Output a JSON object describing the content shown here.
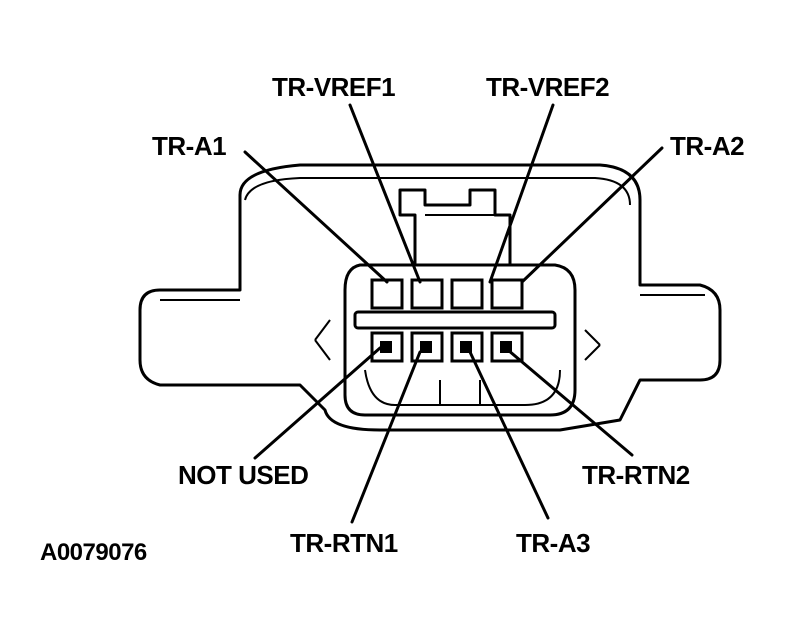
{
  "figure_id": "A0079076",
  "pin_labels": {
    "tr_vref1": "TR-VREF1",
    "tr_vref2": "TR-VREF2",
    "tr_a1": "TR-A1",
    "tr_a2": "TR-A2",
    "not_used": "NOT USED",
    "tr_rtn2": "TR-RTN2",
    "tr_rtn1": "TR-RTN1",
    "tr_a3": "TR-A3"
  }
}
